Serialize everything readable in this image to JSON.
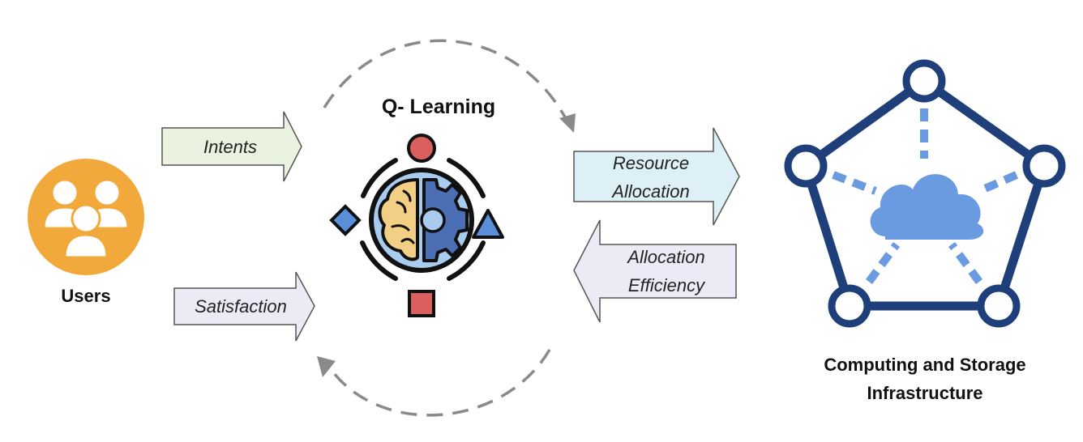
{
  "diagram": {
    "users": {
      "label": "Users",
      "icon": "users-group-icon",
      "color": "#F2A93B"
    },
    "qlearning": {
      "title": "Q- Learning",
      "icon": "brain-gear-icon"
    },
    "infrastructure": {
      "line1": "Computing and Storage",
      "line2": "Infrastructure",
      "icon": "cloud-network-icon",
      "stroke": "#1F3F7A",
      "cloud": "#6A9BE0"
    },
    "arrows": {
      "intents": {
        "label": "Intents",
        "fill": "#EAF3E0"
      },
      "satisfaction": {
        "label": "Satisfaction",
        "fill": "#ECEAF4"
      },
      "resource_allocation": {
        "line1": "Resource",
        "line2": "Allocation",
        "fill": "#DDF0F5"
      },
      "allocation_efficiency": {
        "line1": "Allocation",
        "line2": "Efficiency",
        "fill": "#ECEAF4"
      }
    }
  }
}
